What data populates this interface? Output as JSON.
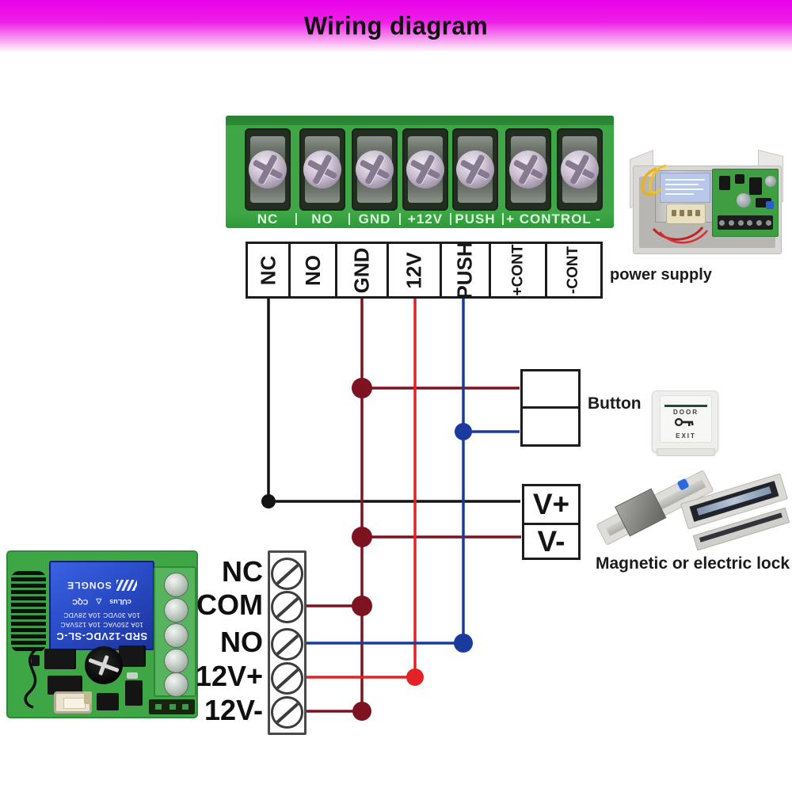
{
  "title": "Wiring diagram",
  "colors": {
    "banner_top": "#e800e8",
    "wire_black": "#141414",
    "wire_maroon": "#7d1320",
    "wire_red": "#e32227",
    "wire_blue": "#1b3a9e",
    "pcb_green": "#3ea645",
    "relay_blue": "#2a4cc8"
  },
  "terminal_photo": {
    "silk_labels": [
      "NC",
      "NO",
      "GND",
      "+12V",
      "PUSH",
      "+ CONTROL -"
    ]
  },
  "pins": [
    "NC",
    "NO",
    "GND",
    "12V",
    "PUSH",
    "+CONT",
    "-CONT"
  ],
  "captions": {
    "power_supply": "power supply",
    "button": "Button",
    "lock": "Magnetic or electric lock"
  },
  "v_box": {
    "top": "V+",
    "bottom": "V-"
  },
  "exit_button": {
    "line1": "DOOR",
    "line2": "EXIT"
  },
  "relay": {
    "line1": "SRD-12VDC-SL-C",
    "line2": "10A 250VAC  10A 125VAC",
    "line3": "10A 30VDC   10A 28VDC",
    "marks": [
      "cULus",
      "△",
      "CQC"
    ],
    "brand": "SONGLE"
  },
  "strip_labels": [
    "NC",
    "COM",
    "NO",
    "12V+",
    "12V-"
  ]
}
